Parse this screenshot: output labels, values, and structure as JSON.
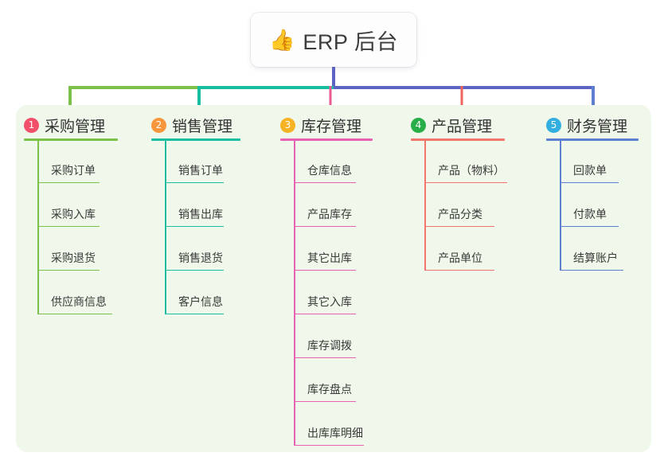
{
  "root": {
    "emoji": "👍",
    "emoji_name": "thumbs-up-emoji",
    "title": "ERP 后台"
  },
  "colors": {
    "panel_bg": "#eff8ea",
    "page_bg": "#ffffff",
    "root_stem": "#5c63c4",
    "trunk_left": "#7cc24a",
    "trunk_mid": "#17bfa0",
    "trunk_right": "#5c63c4",
    "text": "#333333"
  },
  "columns": [
    {
      "index": "1",
      "title": "采购管理",
      "badge_color": "#f2506a",
      "accent": "#7cc24a",
      "drop_color": "#7cc24a",
      "items": [
        "采购订单",
        "采购入库",
        "采购退货",
        "供应商信息"
      ]
    },
    {
      "index": "2",
      "title": "销售管理",
      "badge_color": "#f7963c",
      "accent": "#17bfa0",
      "drop_color": "#17bfa0",
      "items": [
        "销售订单",
        "销售出库",
        "销售退货",
        "客户信息"
      ]
    },
    {
      "index": "3",
      "title": "库存管理",
      "badge_color": "#f5b324",
      "accent": "#e862b4",
      "drop_color": "#ea5b93",
      "items": [
        "仓库信息",
        "产品库存",
        "其它出库",
        "其它入库",
        "库存调拨",
        "库存盘点",
        "出库库明细"
      ]
    },
    {
      "index": "4",
      "title": "产品管理",
      "badge_color": "#27ae49",
      "accent": "#f2766e",
      "drop_color": "#f2655e",
      "items": [
        "产品（物料）",
        "产品分类",
        "产品单位"
      ]
    },
    {
      "index": "5",
      "title": "财务管理",
      "badge_color": "#32aee0",
      "accent": "#5c7fd0",
      "drop_color": "#5c7fd0",
      "items": [
        "回款单",
        "付款单",
        "结算账户"
      ]
    }
  ]
}
